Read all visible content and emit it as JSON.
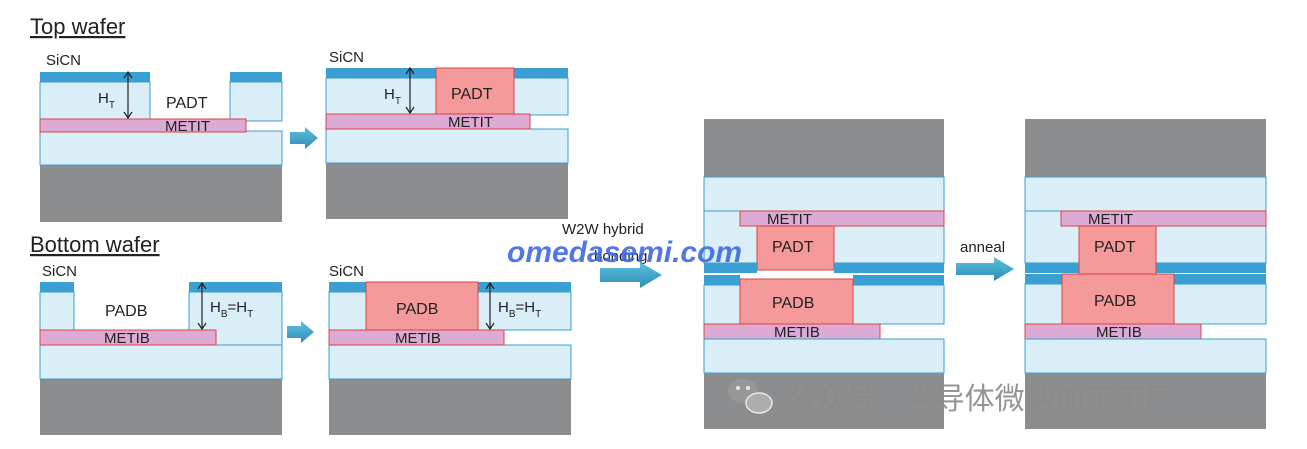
{
  "headers": {
    "top": "Top wafer",
    "bottom": "Bottom wafer"
  },
  "labels": {
    "sicn": "SiCN",
    "padt": "PADT",
    "metit": "METIT",
    "padb": "PADB",
    "metib": "METIB",
    "ht_main": "H",
    "ht_sub": "T",
    "hb_main": "H",
    "hb_sub": "B",
    "hb_eq": "=H"
  },
  "process": {
    "w2w": "W2W hybrid",
    "bonding": "bonding",
    "anneal": "anneal"
  },
  "watermark": {
    "site": "omedasemi.com",
    "wechat": "公众号 · 半导体微纳加工工厂"
  },
  "colors": {
    "oxide": "#d9eef6",
    "sicn": "#3a9fd3",
    "pad": "#f59a9a",
    "metal": "#dcaad2",
    "substrate": "#8c8d8f",
    "arrow": "#3aa3c8"
  }
}
